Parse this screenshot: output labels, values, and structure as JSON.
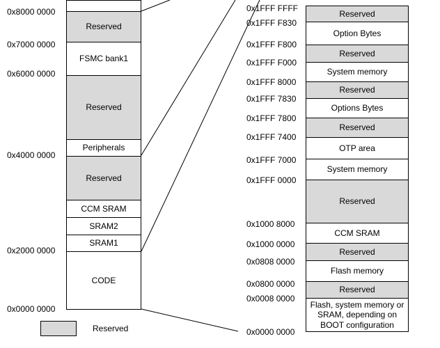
{
  "left_map": {
    "blocks": [
      {
        "text": "",
        "reserved": false
      },
      {
        "text": "Reserved",
        "reserved": true
      },
      {
        "text": "FSMC bank1",
        "reserved": false
      },
      {
        "text": "Reserved",
        "reserved": true
      },
      {
        "text": "Peripherals",
        "reserved": false
      },
      {
        "text": "Reserved",
        "reserved": true
      },
      {
        "text": "CCM SRAM",
        "reserved": false
      },
      {
        "text": "SRAM2",
        "reserved": false
      },
      {
        "text": "SRAM1",
        "reserved": false
      },
      {
        "text": "CODE",
        "reserved": false
      }
    ],
    "addresses": [
      "0x8000 0000",
      "0x7000 0000",
      "0x6000 0000",
      "0x4000 0000",
      "0x2000 0000",
      "0x0000 0000"
    ]
  },
  "right_map": {
    "blocks": [
      {
        "text": "Reserved",
        "reserved": true
      },
      {
        "text": "Option Bytes",
        "reserved": false
      },
      {
        "text": "Reserved",
        "reserved": true
      },
      {
        "text": "System memory",
        "reserved": false
      },
      {
        "text": "Reserved",
        "reserved": true
      },
      {
        "text": "Options Bytes",
        "reserved": false
      },
      {
        "text": "Reserved",
        "reserved": true
      },
      {
        "text": "OTP area",
        "reserved": false
      },
      {
        "text": "System memory",
        "reserved": false
      },
      {
        "text": "Reserved",
        "reserved": true
      },
      {
        "text": "CCM SRAM",
        "reserved": false
      },
      {
        "text": "Reserved",
        "reserved": true
      },
      {
        "text": "Flash memory",
        "reserved": false
      },
      {
        "text": "Reserved",
        "reserved": true
      },
      {
        "text": "Flash, system memory or SRAM, depending on BOOT configuration",
        "reserved": false
      }
    ],
    "addresses": [
      "0x1FFF FFFF",
      "0x1FFF F830",
      "0x1FFF F800",
      "0x1FFF F000",
      "0x1FFF 8000",
      "0x1FFF 7830",
      "0x1FFF 7800",
      "0x1FFF 7400",
      "0x1FFF 7000",
      "0x1FFF 0000",
      "0x1000 8000",
      "0x1000 0000",
      "0x0808 0000",
      "0x0800 0000",
      "0x0008 0000",
      "0x0000 0000"
    ]
  },
  "legend": {
    "label": "Reserved"
  },
  "colors": {
    "reserved": "#d9d9d9",
    "border": "#000000"
  }
}
